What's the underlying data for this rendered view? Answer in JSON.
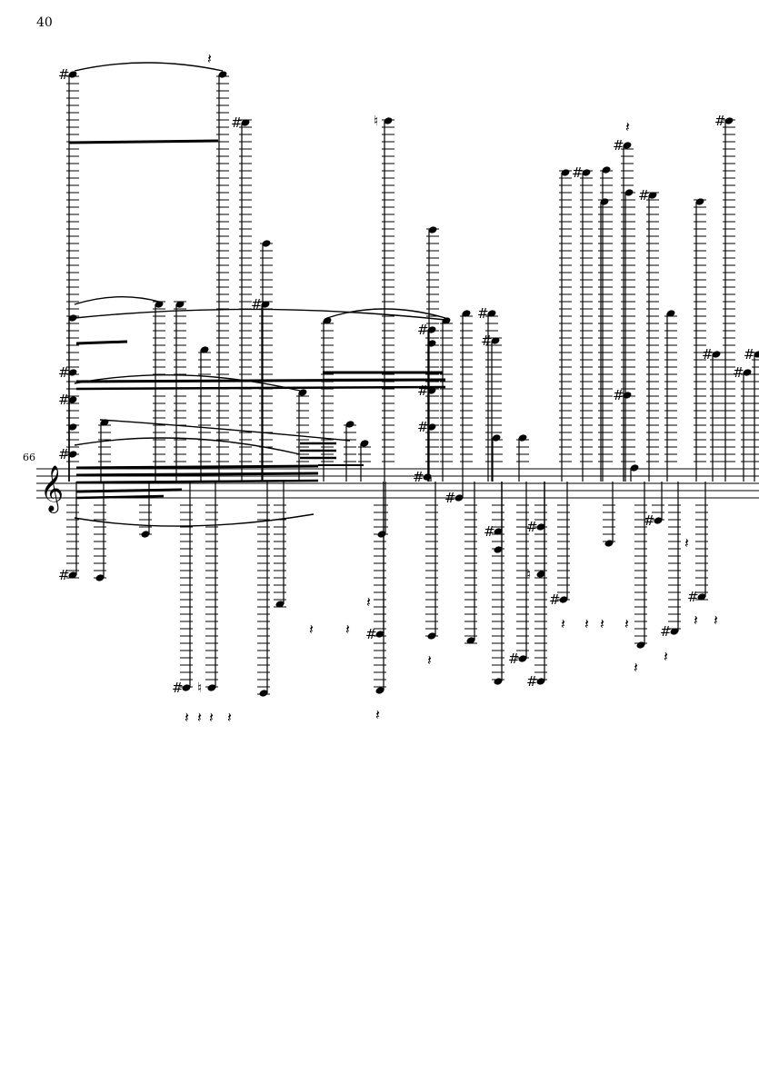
{
  "page": {
    "number": "40"
  },
  "system": {
    "measure_number": "66",
    "clef": "treble-clef"
  },
  "colors": {
    "ink": "#000000",
    "paper": "#ffffff"
  }
}
